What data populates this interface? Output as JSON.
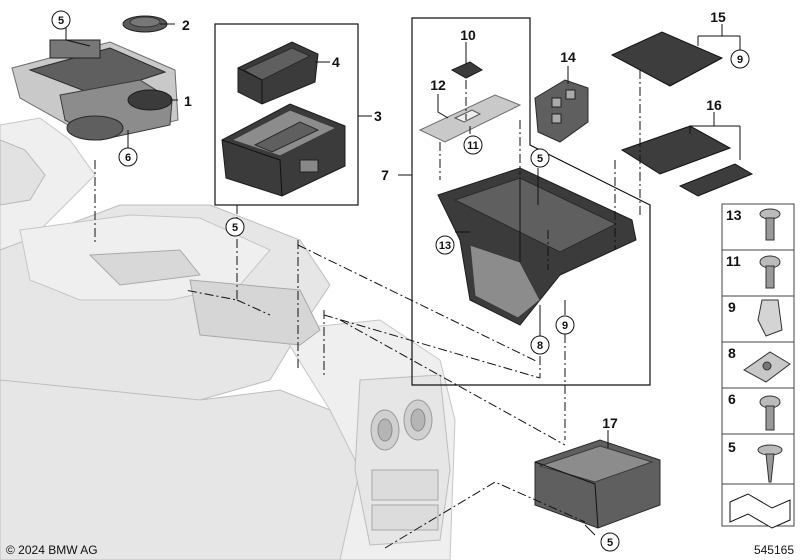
{
  "diagram": {
    "callouts": {
      "c1": "1",
      "c2": "2",
      "c3": "3",
      "c4": "4",
      "c5a": "5",
      "c5b": "5",
      "c5c": "5",
      "c5d": "5",
      "c6": "6",
      "c7": "7",
      "c8": "8",
      "c9a": "9",
      "c9b": "9",
      "c10": "10",
      "c11": "11",
      "c12": "12",
      "c13": "13",
      "c14": "14",
      "c15": "15",
      "c16": "16",
      "c17": "17"
    },
    "side_panel": [
      "13",
      "11",
      "9",
      "8",
      "6",
      "5"
    ],
    "copyright": "© 2024 BMW AG",
    "diagram_number": "545165"
  }
}
